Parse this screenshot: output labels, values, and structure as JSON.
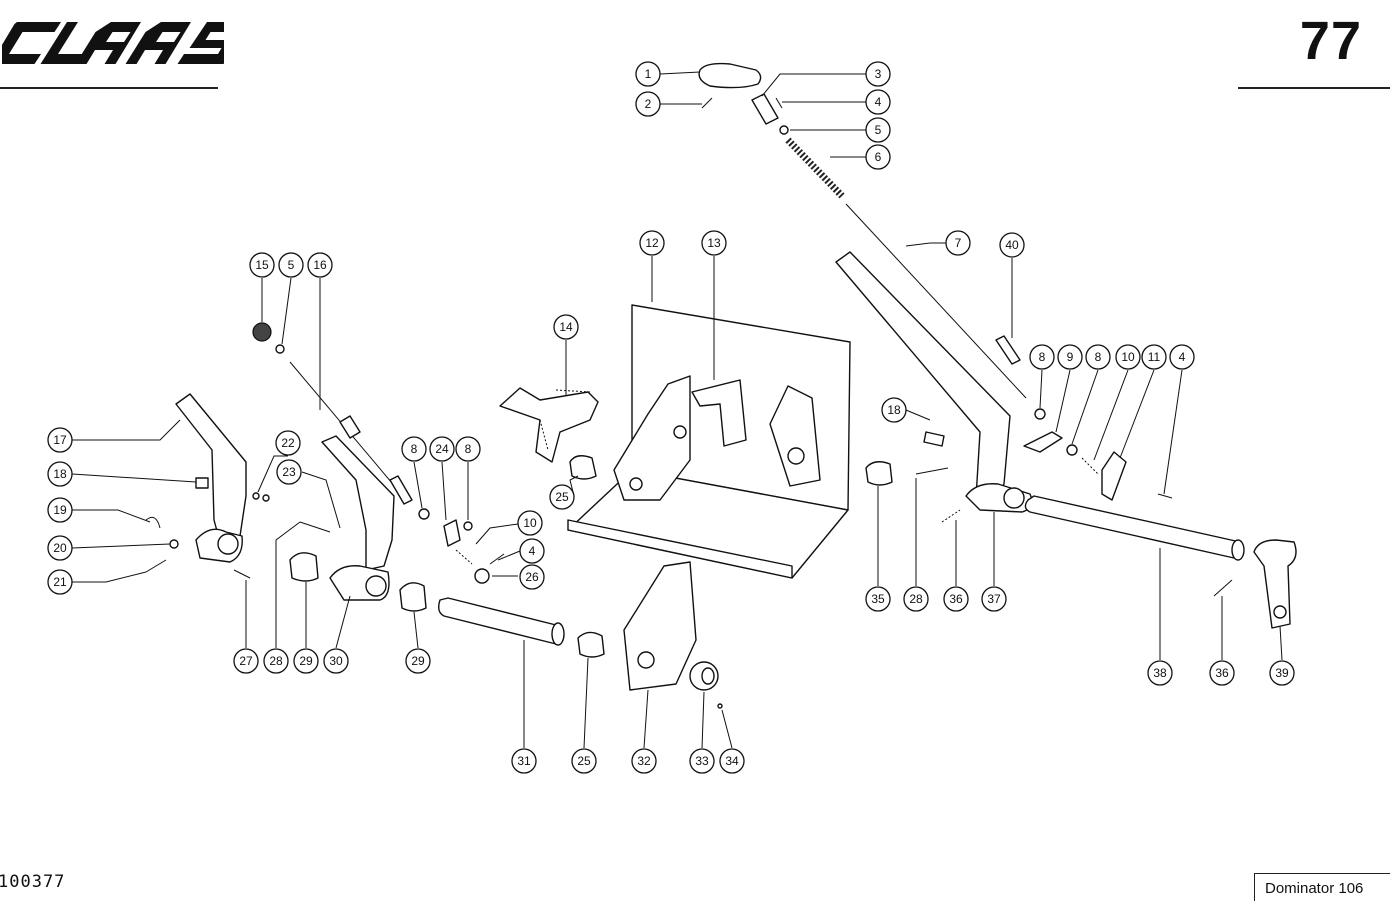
{
  "header": {
    "brand": "CLAAS",
    "page_number": "77"
  },
  "footer": {
    "drawing_number": "100377",
    "model": "Dominator 106"
  },
  "callouts": [
    {
      "label": "1"
    },
    {
      "label": "2"
    },
    {
      "label": "3"
    },
    {
      "label": "4"
    },
    {
      "label": "5"
    },
    {
      "label": "6"
    },
    {
      "label": "7"
    },
    {
      "label": "12"
    },
    {
      "label": "13"
    },
    {
      "label": "40"
    },
    {
      "label": "15"
    },
    {
      "label": "5"
    },
    {
      "label": "16"
    },
    {
      "label": "14"
    },
    {
      "label": "8"
    },
    {
      "label": "9"
    },
    {
      "label": "8"
    },
    {
      "label": "10"
    },
    {
      "label": "11"
    },
    {
      "label": "4"
    },
    {
      "label": "17"
    },
    {
      "label": "22"
    },
    {
      "label": "23"
    },
    {
      "label": "8"
    },
    {
      "label": "24"
    },
    {
      "label": "8"
    },
    {
      "label": "18"
    },
    {
      "label": "18"
    },
    {
      "label": "25"
    },
    {
      "label": "19"
    },
    {
      "label": "10"
    },
    {
      "label": "20"
    },
    {
      "label": "4"
    },
    {
      "label": "26"
    },
    {
      "label": "21"
    },
    {
      "label": "35"
    },
    {
      "label": "28"
    },
    {
      "label": "36"
    },
    {
      "label": "37"
    },
    {
      "label": "27"
    },
    {
      "label": "28"
    },
    {
      "label": "29"
    },
    {
      "label": "30"
    },
    {
      "label": "29"
    },
    {
      "label": "38"
    },
    {
      "label": "36"
    },
    {
      "label": "39"
    },
    {
      "label": "31"
    },
    {
      "label": "25"
    },
    {
      "label": "32"
    },
    {
      "label": "33"
    },
    {
      "label": "34"
    }
  ]
}
